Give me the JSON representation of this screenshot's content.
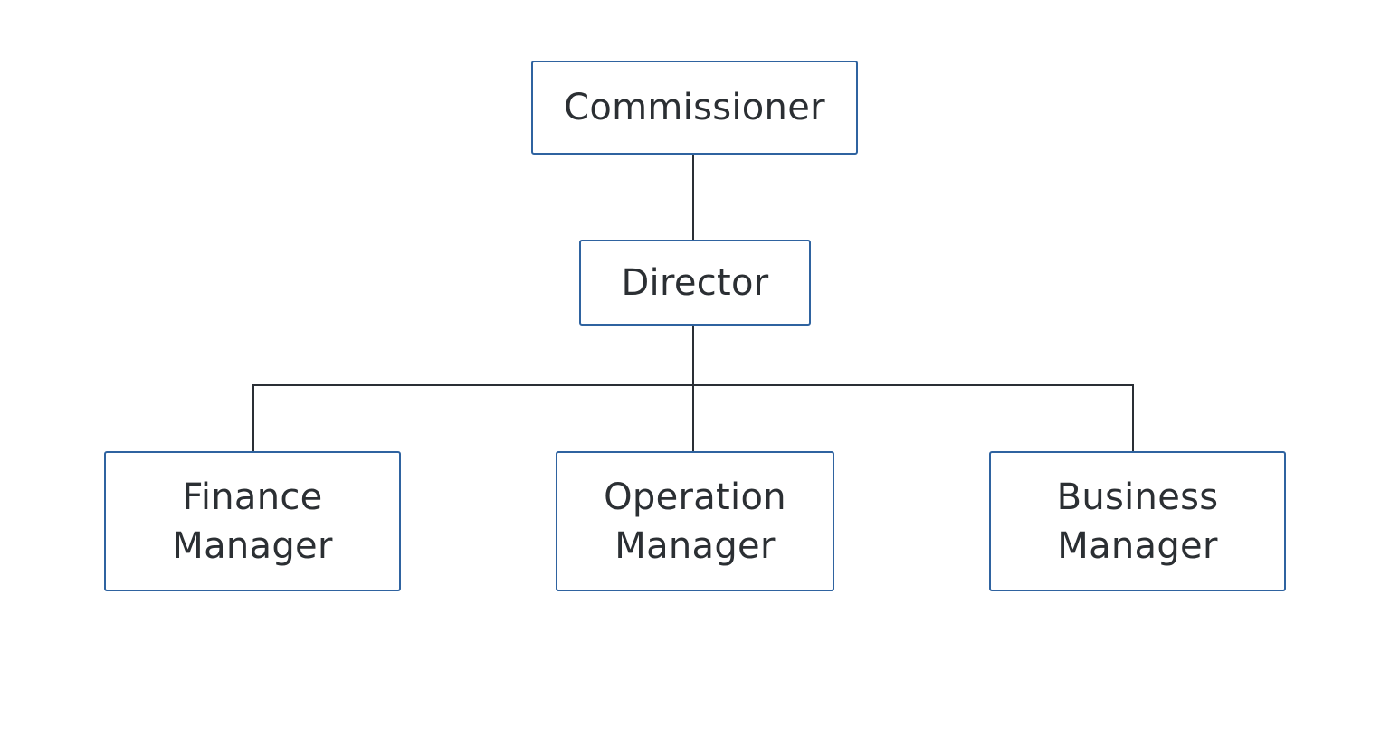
{
  "org_chart": {
    "top": {
      "label": "Commissioner"
    },
    "middle": {
      "label": "Director"
    },
    "reports": [
      {
        "line1": "Finance",
        "line2": "Manager"
      },
      {
        "line1": "Operation",
        "line2": "Manager"
      },
      {
        "line1": "Business",
        "line2": "Manager"
      }
    ]
  },
  "colors": {
    "box_border": "#2f63a0",
    "connector": "#2a2f35",
    "text": "#2b2f33",
    "background": "#ffffff"
  }
}
